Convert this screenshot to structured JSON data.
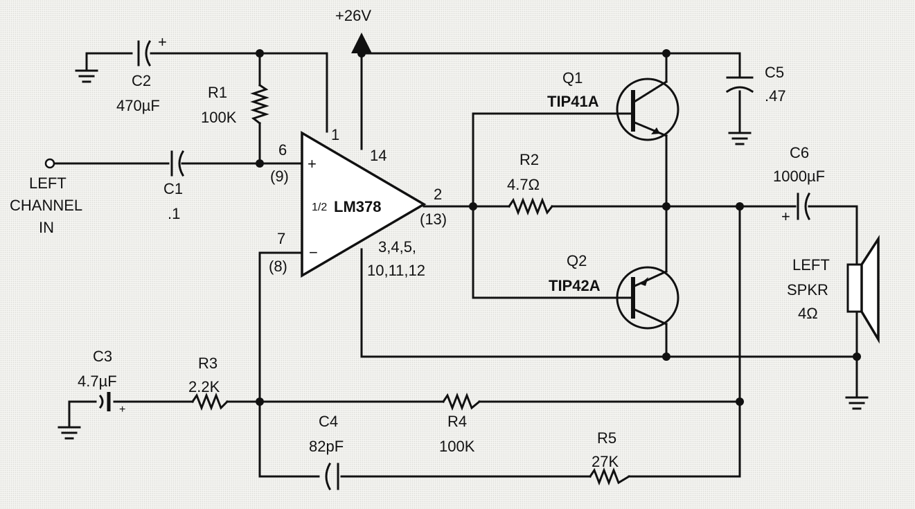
{
  "supply": {
    "label": "+26V"
  },
  "input": {
    "line1": "LEFT",
    "line2": "CHANNEL",
    "line3": "IN"
  },
  "amplifier": {
    "half": "1/2",
    "name": "LM378",
    "pin_plus": "+",
    "pin_minus": "−",
    "pin1": "1",
    "pin14": "14",
    "pin6": "6",
    "pin6_alt": "(9)",
    "pin7": "7",
    "pin7_alt": "(8)",
    "pin2": "2",
    "pin2_alt": "(13)",
    "gnd_pins_a": "3,4,5,",
    "gnd_pins_b": "10,11,12"
  },
  "components": {
    "c1": {
      "name": "C1",
      "value": ".1"
    },
    "c2": {
      "name": "C2",
      "value": "470µF",
      "polarity": "+"
    },
    "r1": {
      "name": "R1",
      "value": "100K"
    },
    "c3": {
      "name": "C3",
      "value": "4.7µF",
      "polarity": "+"
    },
    "r3": {
      "name": "R3",
      "value": "2.2K"
    },
    "c4": {
      "name": "C4",
      "value": "82pF"
    },
    "r4": {
      "name": "R4",
      "value": "100K"
    },
    "r5": {
      "name": "R5",
      "value": "27K"
    },
    "r2": {
      "name": "R2",
      "value": "4.7Ω"
    },
    "c5": {
      "name": "C5",
      "value": ".47"
    },
    "c6": {
      "name": "C6",
      "value": "1000µF",
      "polarity": "+"
    },
    "q1": {
      "name": "Q1",
      "part": "TIP41A"
    },
    "q2": {
      "name": "Q2",
      "part": "TIP42A"
    }
  },
  "speaker": {
    "line1": "LEFT",
    "line2": "SPKR",
    "value": "4Ω"
  }
}
